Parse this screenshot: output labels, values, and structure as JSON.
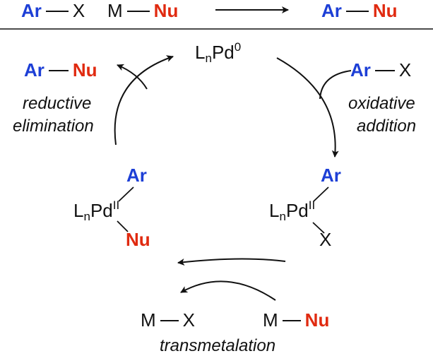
{
  "equation": {
    "ar": "Ar",
    "x": "X",
    "m": "M",
    "nu": "Nu",
    "product_ar": "Ar",
    "product_nu": "Nu"
  },
  "cycle": {
    "pd0": {
      "l": "L",
      "n": "n",
      "pd": "Pd",
      "ox": "0"
    },
    "right_complex": {
      "l": "L",
      "n": "n",
      "pd": "Pd",
      "ox": "II",
      "ar": "Ar",
      "x": "X"
    },
    "left_complex": {
      "l": "L",
      "n": "n",
      "pd": "Pd",
      "ox": "II",
      "ar": "Ar",
      "nu": "Nu"
    },
    "oxidative_addition": {
      "line1": "oxidative",
      "line2": "addition",
      "reagent_ar": "Ar",
      "reagent_x": "X"
    },
    "reductive_elimination": {
      "line1": "reductive",
      "line2": "elimination",
      "product_ar": "Ar",
      "product_nu": "Nu"
    },
    "transmetalation": {
      "label": "transmetalation",
      "byproduct_m": "M",
      "byproduct_x": "X",
      "reagent_m": "M",
      "reagent_nu": "Nu"
    }
  },
  "colors": {
    "aryl": "#1d3fd6",
    "nucleophile": "#e02a10"
  }
}
